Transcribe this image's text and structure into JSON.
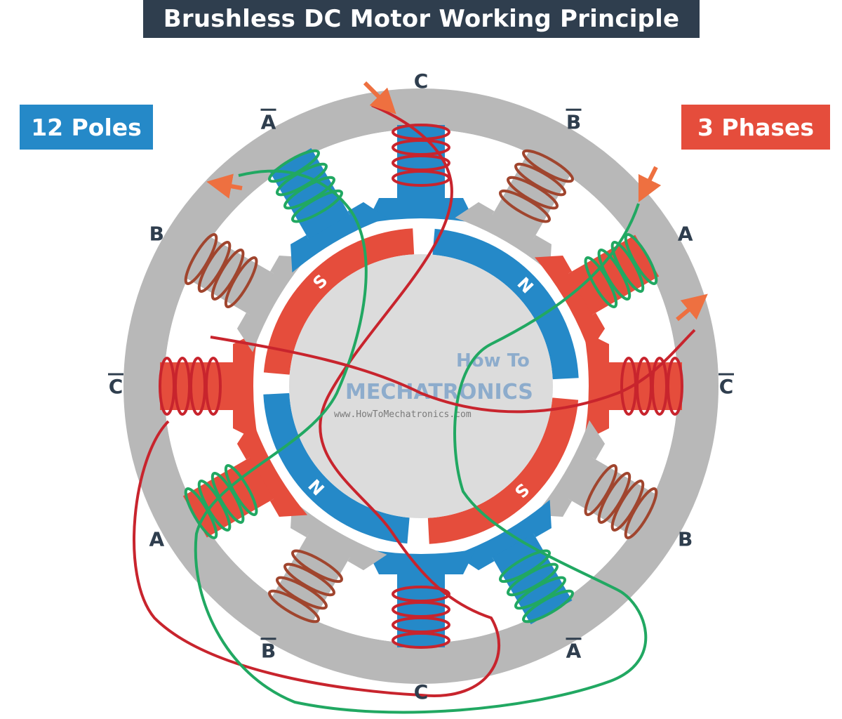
{
  "title": "Brushless DC Motor Working Principle",
  "badges": {
    "poles": "12 Poles",
    "phases": "3 Phases"
  },
  "colors": {
    "stator": "#b8b8b8",
    "blue": "#2589c8",
    "red": "#e54d3c",
    "green": "#21a862",
    "wire_red": "#c8242d",
    "coil_brown": "#a0452e",
    "hub": "#dcdcdc",
    "label_dark": "#2f3e4e",
    "arrow": "#ee7040"
  },
  "poles": [
    {
      "label": "C",
      "overbar": false,
      "color": "blue"
    },
    {
      "label": "B",
      "overbar": true,
      "color": "gray"
    },
    {
      "label": "A",
      "overbar": false,
      "color": "red"
    },
    {
      "label": "C",
      "overbar": true,
      "color": "red"
    },
    {
      "label": "B",
      "overbar": false,
      "color": "gray"
    },
    {
      "label": "A",
      "overbar": true,
      "color": "blue"
    },
    {
      "label": "C",
      "overbar": false,
      "color": "blue"
    },
    {
      "label": "B",
      "overbar": true,
      "color": "gray"
    },
    {
      "label": "A",
      "overbar": false,
      "color": "red"
    },
    {
      "label": "C",
      "overbar": true,
      "color": "red"
    },
    {
      "label": "B",
      "overbar": false,
      "color": "gray"
    },
    {
      "label": "A",
      "overbar": true,
      "color": "blue"
    }
  ],
  "rotor": {
    "magnets": [
      {
        "label": "N",
        "color": "blue"
      },
      {
        "label": "S",
        "color": "red"
      },
      {
        "label": "N",
        "color": "blue"
      },
      {
        "label": "S",
        "color": "red"
      }
    ]
  },
  "watermark": {
    "line1": "How To",
    "line2": "MECHATRONICS",
    "url": "www.HowToMechatronics.com"
  }
}
